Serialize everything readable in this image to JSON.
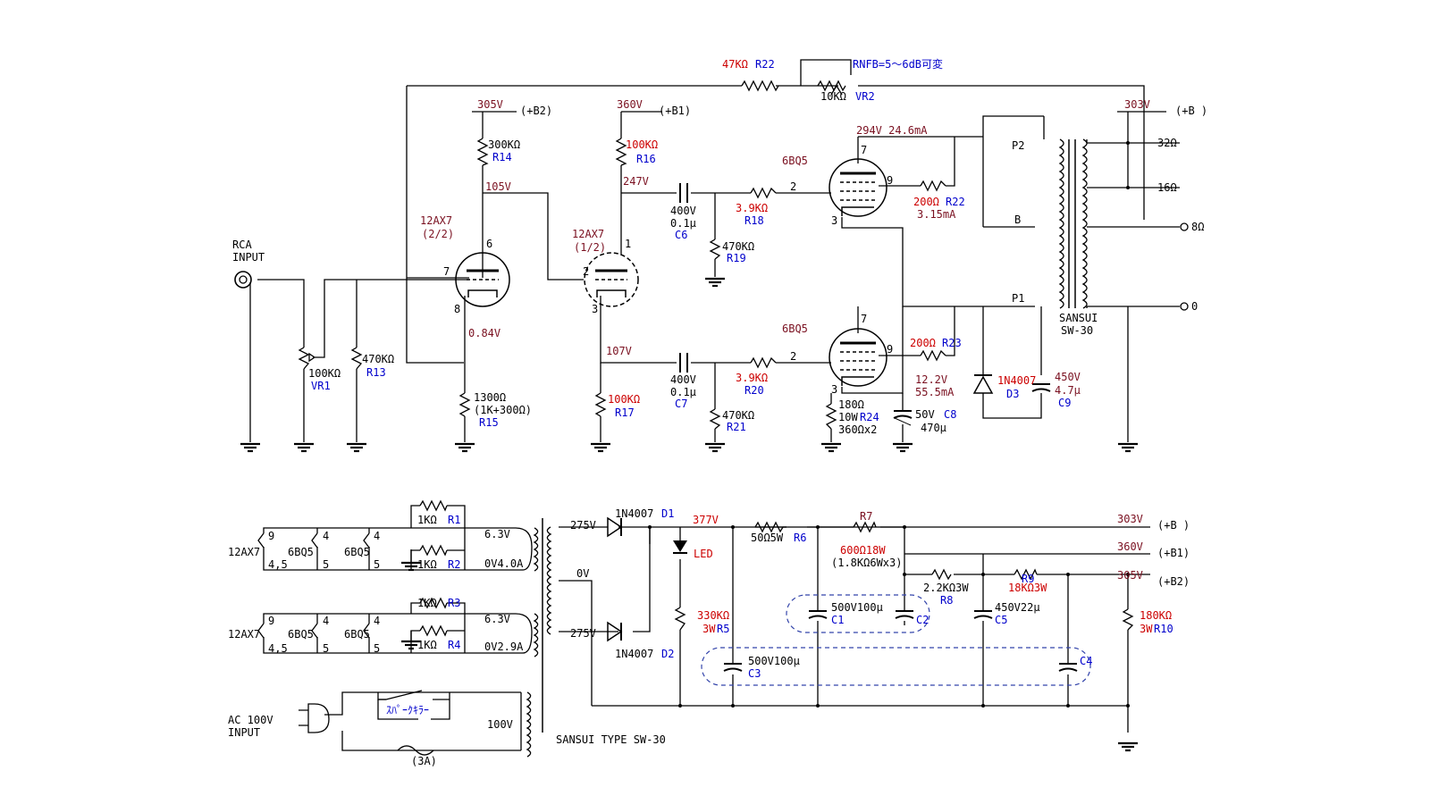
{
  "title": {
    "line1": "",
    "line2": ""
  },
  "colors": {
    "value": "#cc0000",
    "ref": "#0000cc",
    "note": "#7a1020",
    "wire": "#000000",
    "group_outline": "#3344aa"
  },
  "labels": {
    "r22v": "47KΩ",
    "r22": "R22",
    "vr2v": "10KΩ",
    "vr2": "VR2",
    "rnfb": "RNFB=5〜6dB可変",
    "b2v": "305V",
    "b2": "(+B2)",
    "b1v": "360V",
    "b1": "(+B1)",
    "bv": "303V",
    "b": "(+B )",
    "r14v": "300KΩ",
    "r14": "R14",
    "r16v": "100KΩ",
    "r16": "R16",
    "v105": "105V",
    "v247": "247V",
    "v084": "0.84V",
    "v107": "107V",
    "tube1a": "12AX7",
    "tube1b": "(2/2)",
    "tube2a": "12AX7",
    "tube2b": "(1/2)",
    "p6": "6",
    "p7": "7",
    "p8": "8",
    "p1": "1",
    "p2": "2",
    "p3": "3",
    "rca1": "RCA",
    "rca2": "INPUT",
    "vr1v": "100KΩ",
    "vr1": "VR1",
    "r13v": "470KΩ",
    "r13": "R13",
    "r15v": "1300Ω",
    "r15b": "(1K+300Ω)",
    "r15": "R15",
    "r17v": "100KΩ",
    "r17": "R17",
    "c6v": "400V",
    "c6b": "0.1μ",
    "c6": "C6",
    "c7v": "400V",
    "c7b": "0.1μ",
    "c7": "C7",
    "r18v": "3.9KΩ",
    "r18": "R18",
    "r20v": "3.9KΩ",
    "r20": "R20",
    "r19v": "470KΩ",
    "r19": "R19",
    "r21v": "470KΩ",
    "r21": "R21",
    "bq1": "6BQ5",
    "bq2": "6BQ5",
    "q7": "7",
    "q9": "9",
    "q2": "2",
    "q3": "3",
    "v294": "294V 24.6mA",
    "r22bv": "200Ω",
    "r22b": "R22",
    "ma315": "3.15mA",
    "r23v": "200Ω",
    "r23": "R23",
    "v122": "12.2V",
    "ma555": "55.5mA",
    "c8v": "50V",
    "c8": "C8",
    "c8b": "470μ",
    "r24a": "180Ω",
    "r24b": "10W",
    "r24": "R24",
    "r24c": "360Ωx2",
    "op2": "P2",
    "opb": "B",
    "op1": "P1",
    "o32": "32Ω",
    "o16": "16Ω",
    "o8": "8Ω",
    "o0": "0",
    "ot1": "SANSUI",
    "ot2": "SW-30",
    "d3v": "1N4007",
    "d3": "D3",
    "c9v": "450V",
    "c9b": "4.7μ",
    "c9": "C9",
    "h1": "12AX7",
    "h2": "6BQ5",
    "h3": "6BQ5",
    "h4": "12AX7",
    "h5": "6BQ5",
    "h6": "6BQ5",
    "hp9": "9",
    "hp45": "4,5",
    "hp4": "4",
    "hp5": "5",
    "hp4b": "4",
    "hp5b": "5",
    "hq9": "9",
    "hq45": "4,5",
    "hq4": "4",
    "hq5": "5",
    "hq4b": "4",
    "hq5b": "5",
    "r1v": "1KΩ",
    "r1": "R1",
    "r2v": "1KΩ",
    "r2": "R2",
    "r3v": "1KΩ",
    "r3": "R3",
    "r4v": "1KΩ",
    "r4": "R4",
    "h63a": "6.3V",
    "h40": "0V4.0A",
    "h63b": "6.3V",
    "h29": "0V2.9A",
    "ac1": "AC 100V",
    "ac2": "INPUT",
    "spark": "ｽﾊﾟｰｸｷﾗｰ",
    "fuse": "(3A)",
    "v100": "100V",
    "pt": "SANSUI TYPE SW-30",
    "t275a": "275V",
    "t0": "0V",
    "t275b": "275V",
    "d1v": "1N4007",
    "d1": "D1",
    "d2v": "1N4007",
    "d2": "D2",
    "v377": "377V",
    "led": "LED",
    "r5v": "330KΩ",
    "r5b": "3W",
    "r5": "R5",
    "r6v": "50Ω5W",
    "r6": "R6",
    "r7": "R7",
    "note": "",
    "r7v": "600Ω18W",
    "r7b": "(1.8KΩ6Wx3)",
    "r8v": "2.2KΩ3W",
    "r8": "R8",
    "r9v": "18KΩ3W",
    "r9": "R9",
    "c1v": "500V100μ",
    "c1": "C1",
    "c2": "C2",
    "c3v": "500V100μ",
    "c3": "C3",
    "c4": "C4",
    "c5v": "450V22μ",
    "c5": "C5",
    "ps303": "303V",
    "ps303b": "(+B )",
    "ps360": "360V",
    "ps360b": "(+B1)",
    "ps305": "305V",
    "ps305b": "(+B2)",
    "r10v": "180KΩ",
    "r10b": "3W",
    "r10": "R10"
  }
}
